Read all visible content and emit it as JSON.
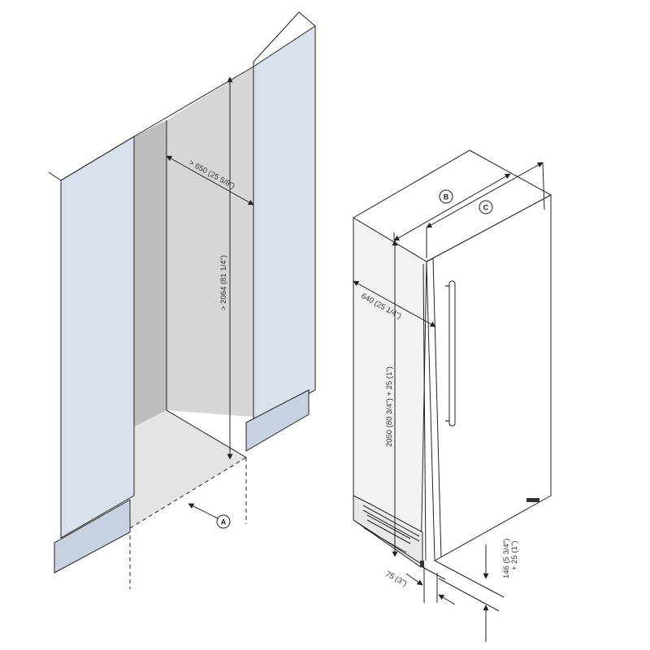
{
  "colors": {
    "cabinet_blue": "#d9e1ec",
    "cabinet_blue_dark": "#c7d1e0",
    "niche_back": "#d6d6d6",
    "niche_side": "#bdbdbd",
    "floor": "#e4e4e4",
    "appliance_face": "#ffffff",
    "appliance_side": "#f2f2f2",
    "line": "#222222"
  },
  "niche": {
    "width_label": "> 650 (25 5/8\")",
    "height_label": "> 2064 (81 1/4\")",
    "callout_a": "A"
  },
  "appliance": {
    "depth_label": "640 (25 1/4\")",
    "height_label": "2050 (80 3/4\") + 25 (1\")",
    "plinth_label_line1": "146 (5 3/4\")",
    "plinth_label_line2": "+ 25 (1\")",
    "setback_label": "75 (3\")",
    "callout_b": "B",
    "callout_c": "C",
    "handle_icon": "door-handle-icon"
  }
}
